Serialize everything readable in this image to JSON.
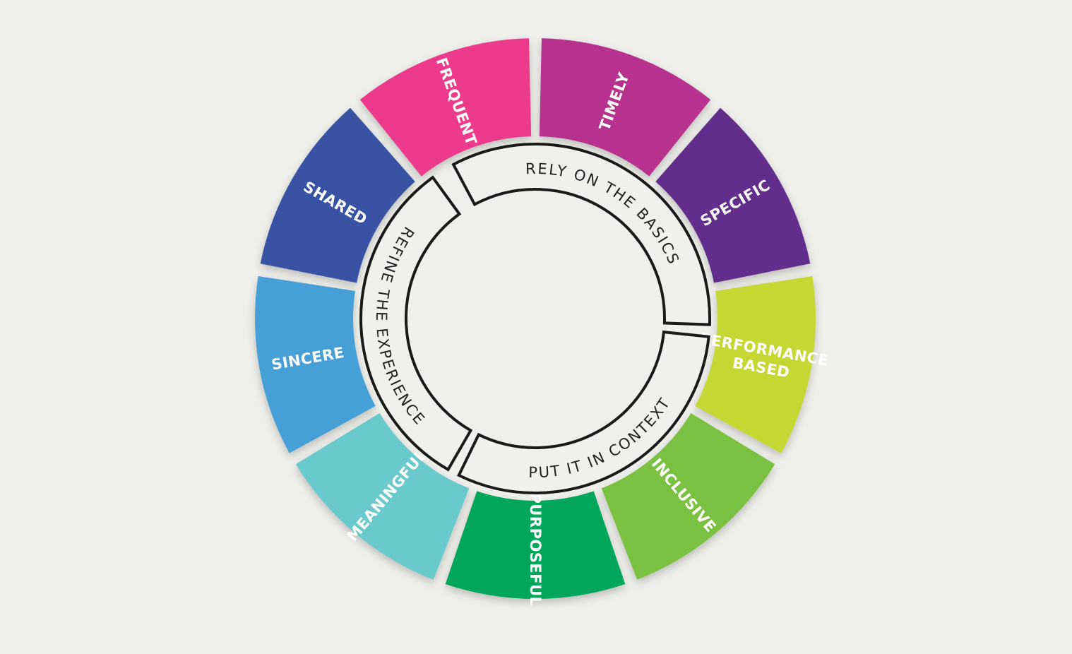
{
  "segments": [
    {
      "label": "FREQUENT",
      "color": "#ec3a8c"
    },
    {
      "label": "TIMELY",
      "color": "#b7318f"
    },
    {
      "label": "SPECIFIC",
      "color": "#632f8b"
    },
    {
      "label": [
        "PERFORMANCE",
        "BASED"
      ],
      "color": "#c4d731"
    },
    {
      "label": "INCLUSIVE",
      "color": "#7ac143"
    },
    {
      "label": "PURPOSEFUL",
      "color": "#00a65a"
    },
    {
      "label": "MEANINGFUL",
      "color": "#69c9cc"
    },
    {
      "label": "SINCERE",
      "color": "#479fd8"
    },
    {
      "label": "SHARED",
      "color": "#3952a4"
    }
  ],
  "rings": [
    {
      "label": "RELY ON THE BASICS"
    },
    {
      "label": "PUT IT IN CONTEXT"
    },
    {
      "label": "REFINE THE EXPERIENCE"
    }
  ],
  "colors": {
    "background": "#efefeb",
    "ring_fill": "#f0f0ec",
    "ring_stroke": "#1a1a1a",
    "segment_text": "#ffffff",
    "ring_text": "#222222"
  }
}
